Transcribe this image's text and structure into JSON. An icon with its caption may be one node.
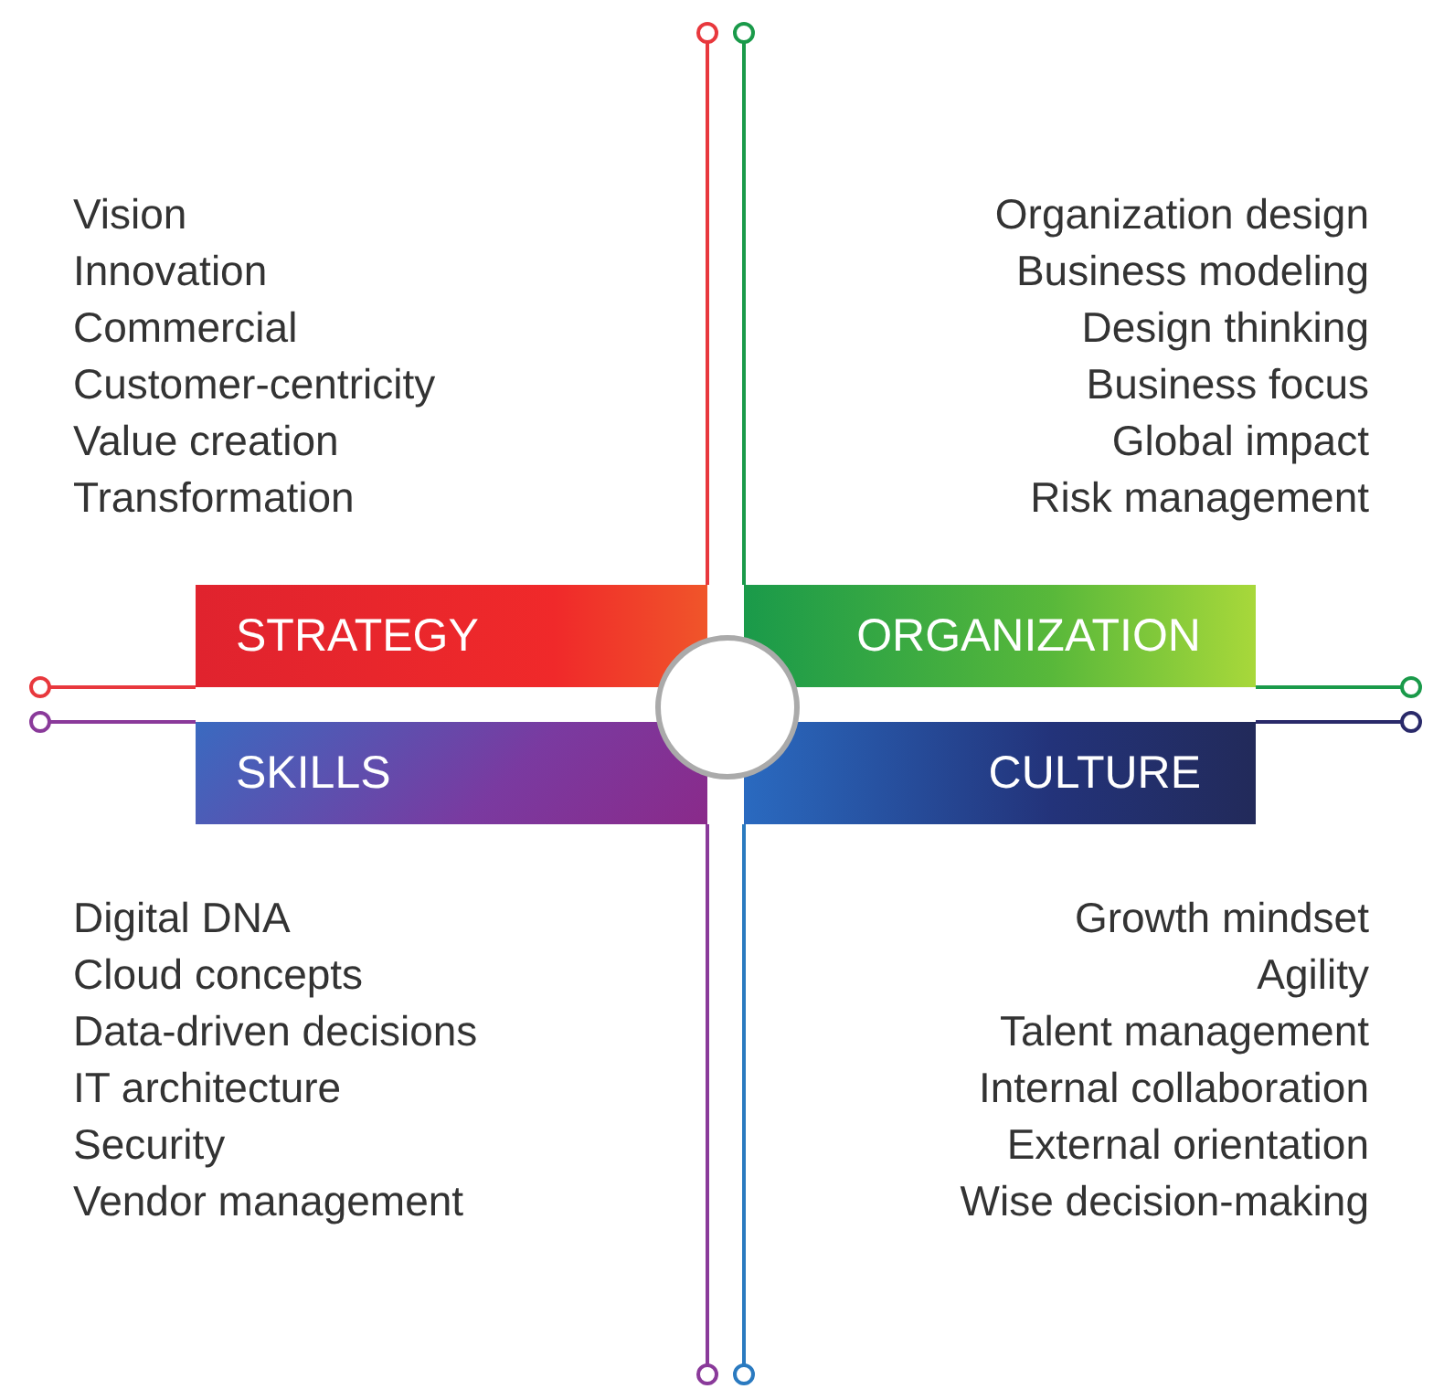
{
  "diagram": {
    "nodes": [
      {
        "text": [
          "STRATEGY"
        ]
      },
      {
        "text": [
          "ORGANIZATION"
        ]
      },
      {
        "text": [
          "SKILLS"
        ]
      },
      {
        "text": [
          "CULTURE"
        ]
      },
      {
        "text": [],
        "shape": "circle"
      }
    ],
    "labels": [
      "Vision",
      "Innovation",
      "Commercial",
      "Customer-centricity",
      "Value creation",
      "Transformation",
      "Organization design",
      "Business modeling",
      "Design thinking",
      "Business focus",
      "Global impact",
      "Risk management",
      "Digital DNA",
      "Cloud concepts",
      "Data-driven decisions",
      "IT architecture",
      "Security",
      "Vendor management",
      "Growth mindset",
      "Agility",
      "Talent management",
      "Internal collaboration",
      "External orientation",
      "Wise decision-making"
    ]
  }
}
